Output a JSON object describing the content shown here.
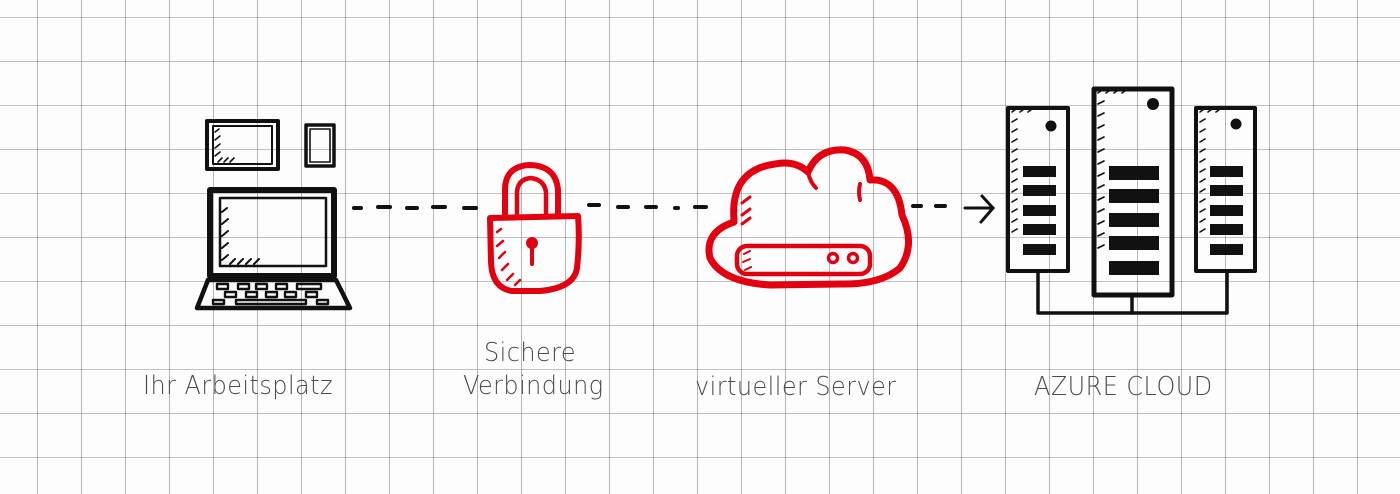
{
  "diagram": {
    "nodes": [
      {
        "id": "workstation",
        "label": "Ihr Arbeitsplatz",
        "icon": "laptop-tablet-phone-icon"
      },
      {
        "id": "connection",
        "label_line1": "Sichere",
        "label_line2": "Verbindung",
        "icon": "padlock-icon"
      },
      {
        "id": "server",
        "label": "virtueller Server",
        "icon": "cloud-server-icon"
      },
      {
        "id": "cloud",
        "label": "AZURE CLOUD",
        "icon": "server-racks-icon"
      }
    ],
    "edges": [
      {
        "from": "workstation",
        "to": "connection",
        "style": "dashed"
      },
      {
        "from": "connection",
        "to": "server",
        "style": "dashed"
      },
      {
        "from": "server",
        "to": "cloud",
        "style": "dashed-arrow"
      }
    ]
  },
  "colors": {
    "ink": "#111111",
    "accent": "#e3000f",
    "label": "#4a4a4a"
  }
}
